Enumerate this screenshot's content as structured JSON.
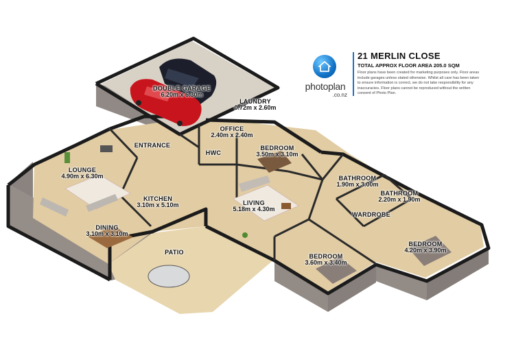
{
  "header": {
    "title": "21 MERLIN CLOSE",
    "area": "TOTAL APPROX FLOOR AREA 205.0 SQM",
    "disclaimer": "Floor plans have been created for marketing purposes only. Floor areas include garages unless stated otherwise. Whilst all care has been taken to ensure information is correct, we do not take responsibility for any inaccuracies. Floor plans cannot be reproduced without the written consent of Photo Plan."
  },
  "brand": {
    "name": "photoplan",
    "domain": ".co.nz"
  },
  "rooms": [
    {
      "name": "DOUBLE GARAGE",
      "dims": "6.20m x 6.30m"
    },
    {
      "name": "LAUNDRY",
      "dims": "0.72m x 2.60m"
    },
    {
      "name": "OFFICE",
      "dims": "2.40m x 2.40m"
    },
    {
      "name": "ENTRANCE",
      "dims": ""
    },
    {
      "name": "HWC",
      "dims": ""
    },
    {
      "name": "BEDROOM",
      "dims": "3.50m x 3.10m"
    },
    {
      "name": "LOUNGE",
      "dims": "4.90m x 6.30m"
    },
    {
      "name": "KITCHEN",
      "dims": "3.10m x 5.10m"
    },
    {
      "name": "LIVING",
      "dims": "5.18m x 4.30m"
    },
    {
      "name": "BATHROOM",
      "dims": "1.90m x 3.00m"
    },
    {
      "name": "BATHROOM",
      "dims": "2.20m x 1.90m"
    },
    {
      "name": "WARDROBE",
      "dims": ""
    },
    {
      "name": "DINING",
      "dims": "3.10m x 3.10m"
    },
    {
      "name": "PATIO",
      "dims": ""
    },
    {
      "name": "BEDROOM",
      "dims": "3.60m x 3.40m"
    },
    {
      "name": "BEDROOM",
      "dims": "4.20m x 3.90m"
    }
  ],
  "colors": {
    "brand_blue": "#1a6fbf",
    "floor_wood": "#e3cfa6",
    "wall_top": "#1a1a1a",
    "exterior_brick": "#8f8682",
    "car_red": "#c8141c",
    "car_black": "#1c1f2b"
  }
}
